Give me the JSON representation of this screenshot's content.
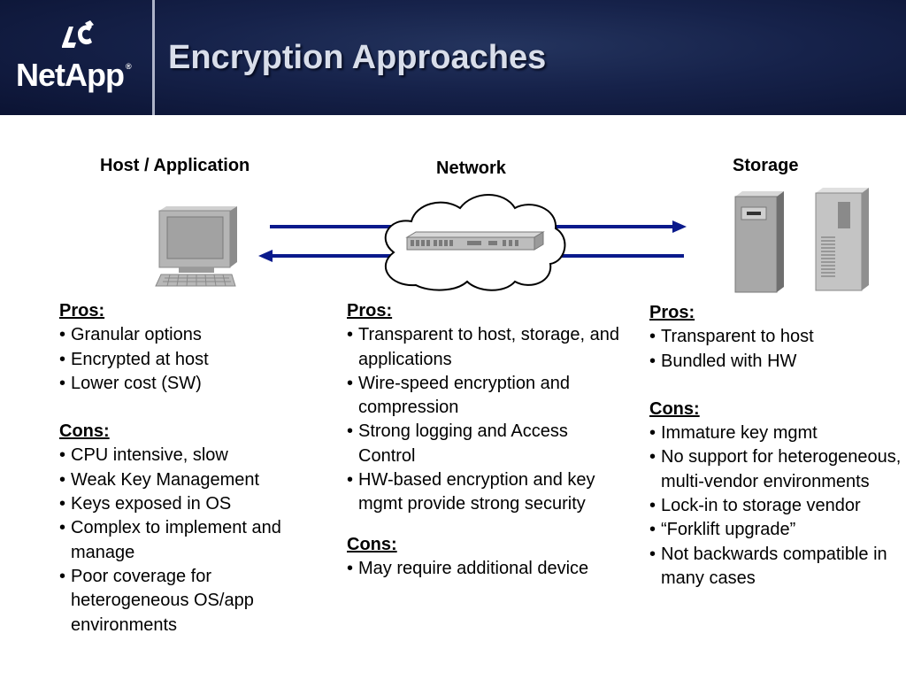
{
  "header": {
    "title": "Encryption Approaches",
    "logo_text": "NetApp",
    "logo_reg": "®"
  },
  "diagram": {
    "host_label": "Host / Application",
    "network_label": "Network",
    "storage_label": "Storage",
    "arrow_color": "#0a1a8c"
  },
  "host": {
    "pros_title": "Pros:",
    "pros": [
      "Granular options",
      "Encrypted at host",
      "Lower cost (SW)"
    ],
    "cons_title": "Cons:",
    "cons": [
      "CPU intensive, slow",
      "Weak Key Management",
      "Keys exposed in OS",
      "Complex to implement and manage",
      "Poor coverage for heterogeneous OS/app environments"
    ]
  },
  "network": {
    "pros_title": "Pros:",
    "pros": [
      "Transparent to host, storage, and applications",
      "Wire-speed encryption and compression",
      "Strong logging and Access Control",
      "HW-based encryption and key mgmt provide strong security"
    ],
    "cons_title": "Cons:",
    "cons": [
      "May require additional device"
    ]
  },
  "storage": {
    "pros_title": "Pros:",
    "pros": [
      "Transparent to host",
      "Bundled with HW"
    ],
    "cons_title": "Cons:",
    "cons": [
      "Immature key mgmt",
      "No support for heterogeneous, multi-vendor environments",
      "Lock-in to storage vendor",
      "“Forklift upgrade”",
      "Not backwards compatible in many cases"
    ]
  }
}
